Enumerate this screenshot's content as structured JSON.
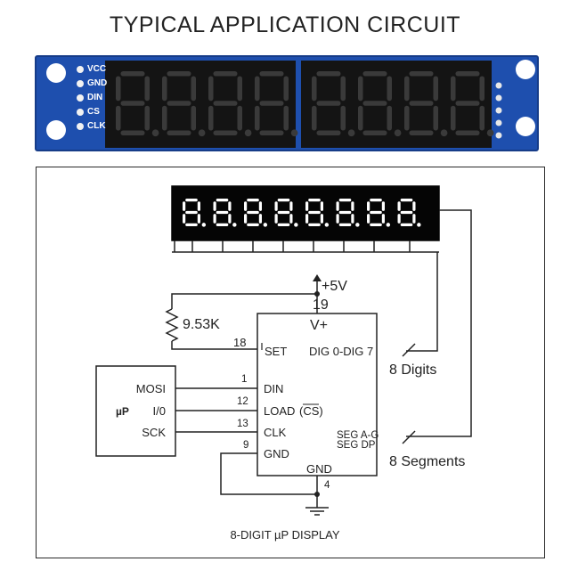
{
  "title": "TYPICAL APPLICATION CIRCUIT",
  "board": {
    "pin_labels": [
      "VCC",
      "GND",
      "DIN",
      "CS",
      "CLK"
    ],
    "digit_count": 8,
    "colors": {
      "pcb": "#1e4fae",
      "display": "#141414",
      "segment_off": "#3a3a3a",
      "segment_on": "#ffffff"
    }
  },
  "schematic": {
    "display_digits": 8,
    "supply_label": "+5V",
    "resistor_label": "9.53K",
    "chip": {
      "supply_pin": "V+",
      "set_label": "SET",
      "dig_label": "DIG 0-DIG 7",
      "seg_label_1": "SEG A-G",
      "seg_label_2": "SEG DP",
      "gnd_label": "GND",
      "inputs": [
        {
          "pin": "1",
          "label": "DIN"
        },
        {
          "pin": "12",
          "label": "LOAD",
          "note": "(CS)"
        },
        {
          "pin": "13",
          "label": "CLK"
        },
        {
          "pin": "9",
          "label": "GND"
        }
      ]
    },
    "pin_numbers": {
      "vplus": "19",
      "set": "18",
      "gnd": "4"
    },
    "micro": {
      "symbol": "µP",
      "lines": [
        "MOSI",
        "I/0",
        "SCK"
      ]
    },
    "bus_labels": {
      "digits": "8 Digits",
      "segments": "8 Segments"
    },
    "caption": "8-DIGIT µP DISPLAY"
  }
}
